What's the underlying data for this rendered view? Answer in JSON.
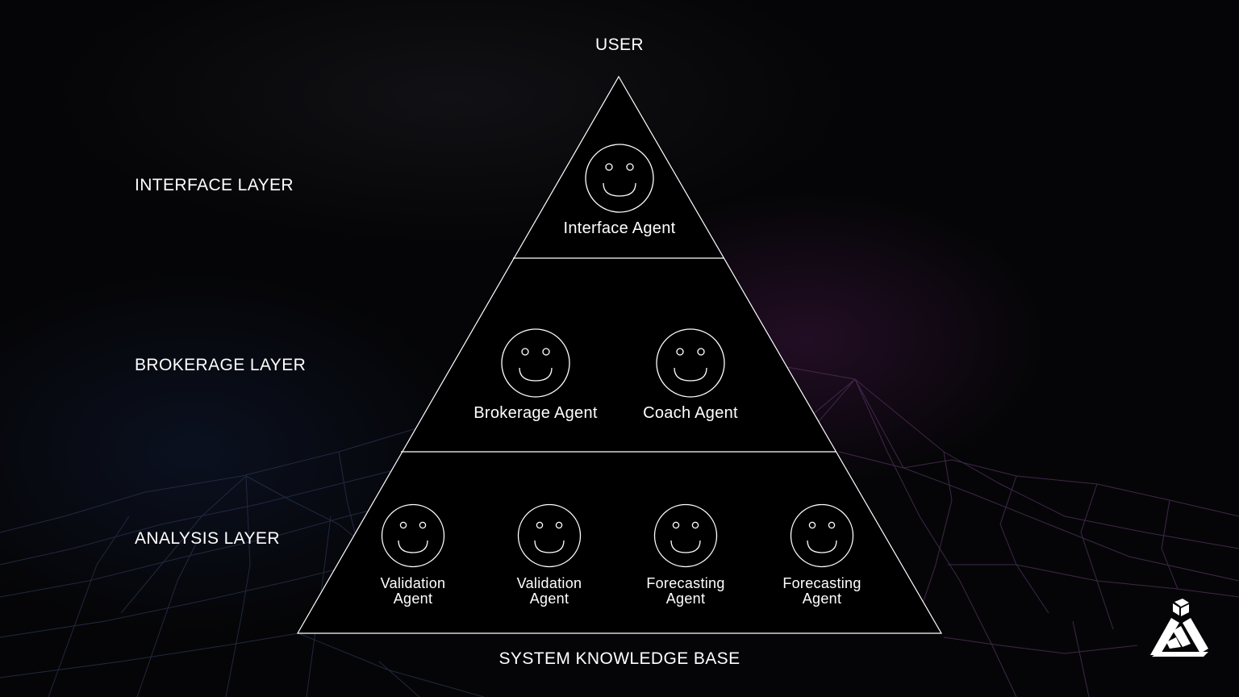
{
  "top_label": "USER",
  "bottom_label": "SYSTEM KNOWLEDGE BASE",
  "layers": [
    {
      "label": "INTERFACE LAYER"
    },
    {
      "label": "BROKERAGE LAYER"
    },
    {
      "label": "ANALYSIS LAYER"
    }
  ],
  "agents": {
    "interface": [
      {
        "name": "Interface Agent"
      }
    ],
    "brokerage": [
      {
        "name": "Brokerage Agent"
      },
      {
        "name": "Coach Agent"
      }
    ],
    "analysis": [
      {
        "name": "Validation\nAgent"
      },
      {
        "name": "Validation\nAgent"
      },
      {
        "name": "Forecasting\nAgent"
      },
      {
        "name": "Forecasting\nAgent"
      }
    ]
  },
  "icons": {
    "agent": "smiley-face-icon",
    "logo": "brand-logo-icon"
  },
  "colors": {
    "background": "#050507",
    "pyramid_fill": "#000000",
    "stroke": "#ffffff",
    "grid_left": "#2a3552",
    "grid_right": "#5a3560"
  }
}
